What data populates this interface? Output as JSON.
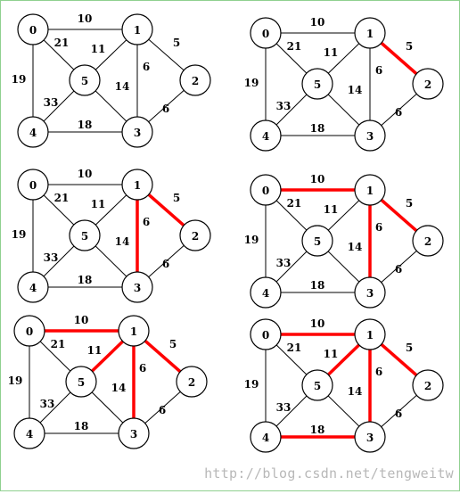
{
  "graph": {
    "nodes": [
      "0",
      "1",
      "2",
      "3",
      "4",
      "5"
    ],
    "edges": [
      {
        "from": "0",
        "to": "1",
        "weight": "10"
      },
      {
        "from": "0",
        "to": "5",
        "weight": "21"
      },
      {
        "from": "0",
        "to": "4",
        "weight": "19"
      },
      {
        "from": "1",
        "to": "5",
        "weight": "11"
      },
      {
        "from": "1",
        "to": "2",
        "weight": "5"
      },
      {
        "from": "1",
        "to": "3",
        "weight": "6"
      },
      {
        "from": "5",
        "to": "3",
        "weight": "14"
      },
      {
        "from": "5",
        "to": "4",
        "weight": "33"
      },
      {
        "from": "4",
        "to": "3",
        "weight": "18"
      },
      {
        "from": "2",
        "to": "3",
        "weight": "6"
      }
    ]
  },
  "steps": [
    {
      "selected_edges": []
    },
    {
      "selected_edges": [
        "1-2"
      ]
    },
    {
      "selected_edges": [
        "1-2",
        "1-3"
      ]
    },
    {
      "selected_edges": [
        "1-2",
        "1-3",
        "0-1"
      ]
    },
    {
      "selected_edges": [
        "1-2",
        "1-3",
        "0-1",
        "1-5"
      ]
    },
    {
      "selected_edges": [
        "1-2",
        "1-3",
        "0-1",
        "1-5",
        "4-3"
      ]
    }
  ],
  "colors": {
    "selected": "#ff0000",
    "default": "#000000",
    "frame": "#8fd08f",
    "watermark": "#b8b8b8"
  },
  "watermark": "http://blog.csdn.net/tengweitw"
}
